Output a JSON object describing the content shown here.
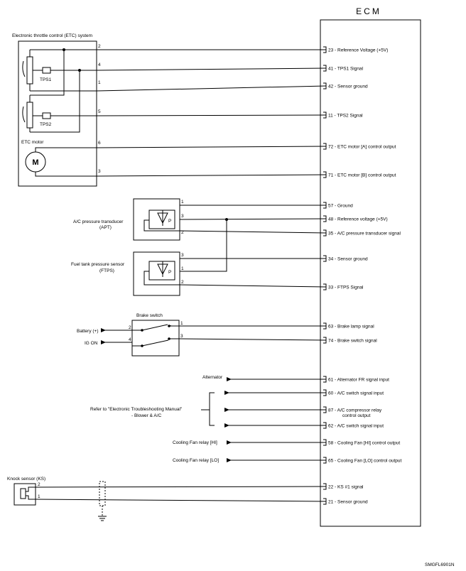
{
  "ecm": {
    "title": "ECM",
    "pins": [
      {
        "label": "23 - Reference Voltage (+5V)"
      },
      {
        "label": "41 - TPS1 Signal"
      },
      {
        "label": "42 - Sensor ground"
      },
      {
        "label": "11 - TPS2 Signal"
      },
      {
        "label": "72 - ETC motor [A] control output"
      },
      {
        "label": "71 - ETC motor [B] control output"
      },
      {
        "label": "57 - Ground"
      },
      {
        "label": "48 - Reference voltage (+5V)"
      },
      {
        "label": "35 - A/C pressure transducer signal"
      },
      {
        "label": "34 - Sensor ground"
      },
      {
        "label": "33 - FTPS Signal"
      },
      {
        "label": "63 - Brake lamp signal"
      },
      {
        "label": "74 - Brake switch signal"
      },
      {
        "label": "61 - Alternator FR signal input"
      },
      {
        "label": "60 - A/C switch signal input"
      },
      {
        "label": "87 - A/C compressor relay",
        "label2": "control output"
      },
      {
        "label": "62 - A/C switch signal input"
      },
      {
        "label": "58 - Cooling Fan [HI] control output"
      },
      {
        "label": "65 - Cooling Fan [LO] control output"
      },
      {
        "label": "22 - KS #1 signal"
      },
      {
        "label": "21 - Sensor ground"
      }
    ]
  },
  "etc": {
    "title": "Electronic throttle control (ETC) system",
    "tps1": "TPS1",
    "tps2": "TPS2",
    "motor_label": "ETC motor",
    "motor_symbol": "M",
    "pins": [
      "2",
      "4",
      "1",
      "5",
      "6",
      "3"
    ]
  },
  "apt": {
    "label1": "A/C pressure transducer",
    "label2": "(APT)",
    "pins": [
      "1",
      "3",
      "2"
    ],
    "sensor_symbol": "P"
  },
  "ftps": {
    "label1": "Fuel tank pressure sensor",
    "label2": "(FTPS)",
    "pins": [
      "3",
      "1",
      "2"
    ],
    "sensor_symbol": "P"
  },
  "brake": {
    "title": "Brake switch",
    "battery": "Battery (+)",
    "ign": "IG ON",
    "pins": [
      "2",
      "4",
      "1",
      "3"
    ]
  },
  "outputs": {
    "alternator": "Alternator",
    "refer1": "Refer to \"Electronic Troubleshooting Manual\"",
    "refer2": "- Blower & A/C",
    "fan_hi": "Cooling Fan relay [HI]",
    "fan_lo": "Cooling Fan relay [LO]"
  },
  "knock": {
    "title": "Knock sensor (KS)",
    "pins": [
      "2",
      "1"
    ]
  },
  "figure_code": "SMGFL6901N"
}
